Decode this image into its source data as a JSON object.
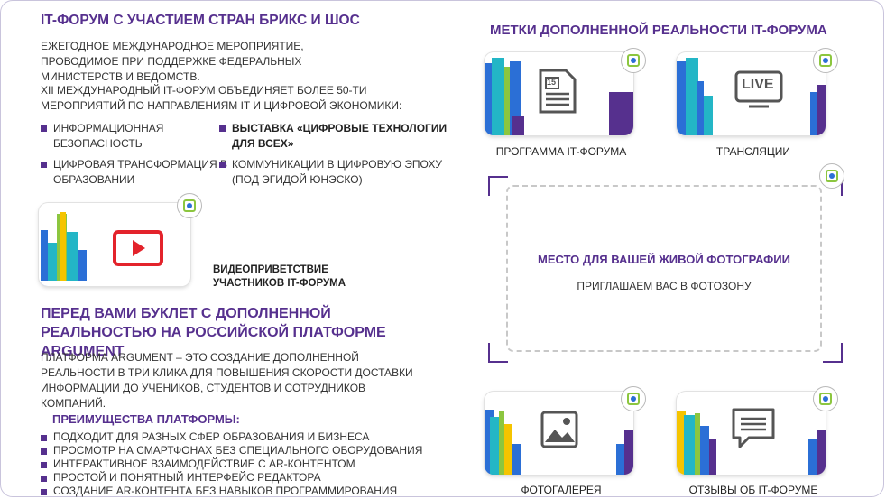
{
  "left": {
    "title": "IT-ФОРУМ С УЧАСТИЕМ СТРАН БРИКС И ШОС",
    "intro": "ЕЖЕГОДНОЕ МЕЖДУНАРОДНОЕ МЕРОПРИЯТИЕ, ПРОВОДИМОЕ ПРИ ПОДДЕРЖКЕ ФЕДЕРАЛЬНЫХ МИНИСТЕРСТВ И ВЕДОМСТВ.",
    "intro2": "XII МЕЖДУНАРОДНЫЙ IT-ФОРУМ ОБЪЕДИНЯЕТ БОЛЕЕ 50-ТИ МЕРОПРИЯТИЙ ПО НАПРАВЛЕНИЯМ IT И ЦИФРОВОЙ ЭКОНОМИКИ:",
    "topics": [
      "ИНФОРМАЦИОННАЯ БЕЗОПАСНОСТЬ",
      "ВЫСТАВКА «ЦИФРОВЫЕ ТЕХНОЛОГИИ ДЛЯ ВСЕХ»",
      "ЦИФРОВАЯ ТРАНСФОРМАЦИЯ В ОБРАЗОВАНИИ",
      "КОММУНИКАЦИИ В ЦИФРОВУЮ ЭПОХУ (ПОД ЭГИДОЙ ЮНЭСКО)"
    ],
    "video_label": "ВИДЕОПРИВЕТСТВИЕ УЧАСТНИКОВ IT-ФОРУМА",
    "booklet_title": "ПЕРЕД ВАМИ БУКЛЕТ С ДОПОЛНЕННОЙ РЕАЛЬНОСТЬЮ НА РОССИЙСКОЙ ПЛАТФОРМЕ ARGUMENT",
    "platform_text": "ПЛАТФОРМА ARGUMENT – ЭТО СОЗДАНИЕ ДОПОЛНЕННОЙ РЕАЛЬНОСТИ В ТРИ КЛИКА ДЛЯ ПОВЫШЕНИЯ СКОРОСТИ ДОСТАВКИ ИНФОРМАЦИИ ДО УЧЕНИКОВ, СТУДЕНТОВ И СОТРУДНИКОВ КОМПАНИЙ.",
    "advantages_title": "ПРЕИМУЩЕСТВА ПЛАТФОРМЫ:",
    "advantages": [
      "ПОДХОДИТ ДЛЯ РАЗНЫХ СФЕР ОБРАЗОВАНИЯ И БИЗНЕСА",
      "ПРОСМОТР НА СМАРТФОНАХ БЕЗ СПЕЦИАЛЬНОГО ОБОРУДОВАНИЯ",
      "ИНТЕРАКТИВНОЕ ВЗАИМОДЕЙСТВИЕ С AR-КОНТЕНТОМ",
      "ПРОСТОЙ И ПОНЯТНЫЙ ИНТЕРФЕЙС РЕДАКТОРА",
      "СОЗДАНИЕ AR-КОНТЕНТА БЕЗ НАВЫКОВ ПРОГРАММИРОВАНИЯ"
    ]
  },
  "right": {
    "title": "МЕТКИ ДОПОЛНЕННОЙ РЕАЛЬНОСТИ IT-ФОРУМА",
    "cards": {
      "program": {
        "label": "ПРОГРАММА IT-ФОРУМА",
        "icon": "document-icon",
        "page_number": "15"
      },
      "broadcast": {
        "label": "ТРАНСЛЯЦИИ",
        "icon": "live-icon",
        "badge_text": "LIVE"
      },
      "gallery": {
        "label": "ФОТОГАЛЕРЕЯ",
        "icon": "image-icon"
      },
      "reviews": {
        "label": "ОТЗЫВЫ ОБ IT-ФОРУМЕ",
        "icon": "chat-icon"
      }
    },
    "photo_zone": {
      "title": "МЕСТО ДЛЯ ВАШЕЙ ЖИВОЙ ФОТОГРАФИИ",
      "subtitle": "ПРИГЛАШАЕМ ВАС В ФОТОЗОНУ"
    }
  },
  "colors": {
    "brand_purple": "#56308e",
    "teal": "#23b6c6",
    "blue": "#2b6fd6",
    "green": "#8cc63f",
    "yellow": "#f5c400",
    "red_play": "#e3232b"
  }
}
